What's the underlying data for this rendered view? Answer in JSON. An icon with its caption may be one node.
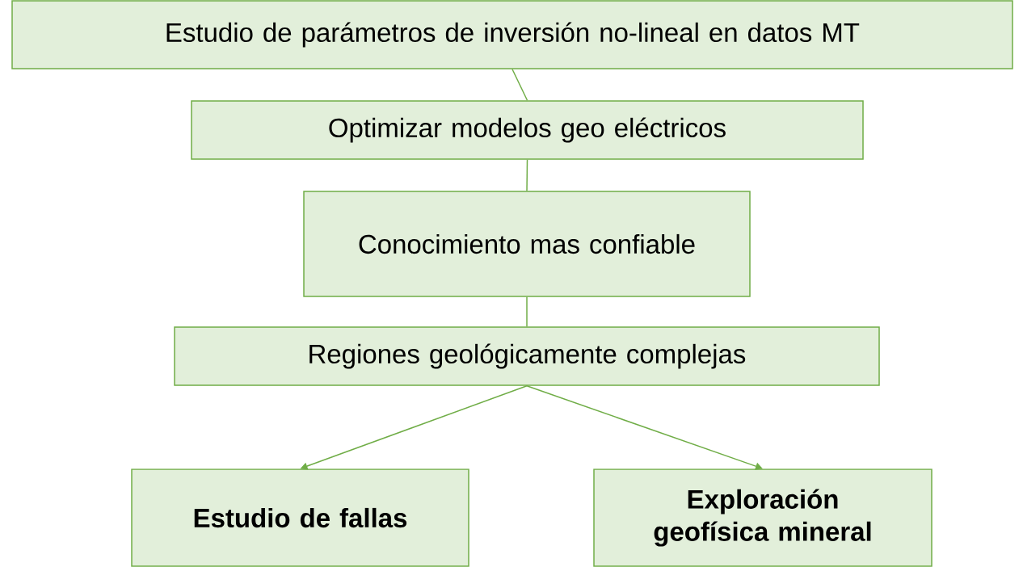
{
  "diagram": {
    "nodes": [
      {
        "text": [
          "Estudio de parámetros de inversión no-lineal en datos MT"
        ]
      },
      {
        "text": [
          "Optimizar modelos geo eléctricos"
        ]
      },
      {
        "text": [
          "Conocimiento mas confiable"
        ]
      },
      {
        "text": [
          "Regiones geológicamente complejas"
        ]
      },
      {
        "text": [
          "Estudio de fallas"
        ]
      },
      {
        "text": [
          "Exploración geofísica mineral"
        ]
      }
    ],
    "edges": [
      {
        "from": 0,
        "to": 1,
        "arrow": "none"
      },
      {
        "from": 1,
        "to": 2,
        "arrow": "none"
      },
      {
        "from": 2,
        "to": 3,
        "arrow": "none"
      },
      {
        "from": 3,
        "to": 4,
        "arrow": "to"
      },
      {
        "from": 3,
        "to": 5,
        "arrow": "to"
      }
    ]
  }
}
